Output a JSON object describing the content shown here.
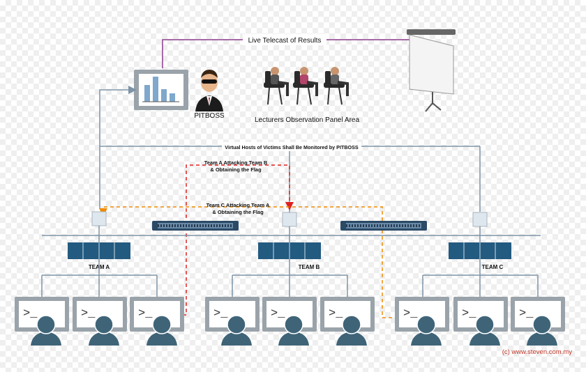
{
  "labels": {
    "live_telecast": "Live Telecast of Results",
    "pitboss": "PITBOSS",
    "lecturers_area": "Lecturers Observation Panel Area",
    "virtual_hosts": "Virtual Hosts of Victims Shall Be Monitored by PITBOSS",
    "attack_ab_line1": "Team A Attacking Team B",
    "attack_ab_line2": "& Obtaining the Flag",
    "attack_ca_line1": "Team C Attacking Team A",
    "attack_ca_line2": "& Obtaining the Flag",
    "team_a": "TEAM A",
    "team_b": "TEAM B",
    "team_c": "TEAM C",
    "copyright": "(c) www.steven.com.my"
  },
  "terminal_prompt": ">_",
  "colors": {
    "network_line": "#7d93a6",
    "telecast_line": "#8b3a8b",
    "attack_ab": "#e02020",
    "attack_ca": "#f08a00",
    "hub_blue": "#235a80",
    "person": "#3f6478",
    "monitor_frame": "#9aa3aa",
    "copyright": "#c0392b"
  },
  "icons": [
    "monitor-chart-icon",
    "pitboss-agent-icon",
    "audience-icon",
    "projector-screen-icon",
    "host-box-icon",
    "hub-icon",
    "network-switch-icon",
    "terminal-monitor-icon",
    "user-icon"
  ]
}
